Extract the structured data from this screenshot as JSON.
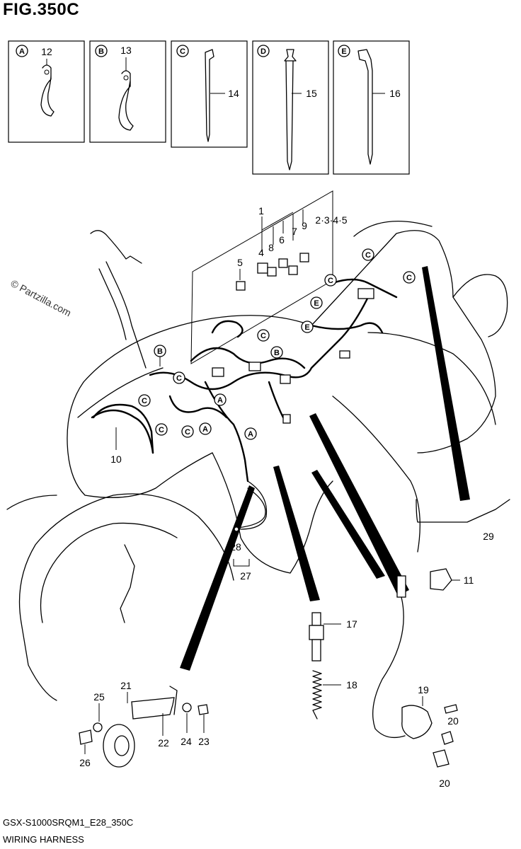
{
  "figure": {
    "title": "FIG.350C",
    "code": "GSX-S1000SRQM1_E28_350C",
    "subtitle": "WIRING HARNESS",
    "watermark": "© Partzilla.com"
  },
  "clamp_boxes": [
    {
      "letter": "A",
      "part": "12"
    },
    {
      "letter": "B",
      "part": "13"
    },
    {
      "letter": "C",
      "part": "14"
    },
    {
      "letter": "D",
      "part": "15"
    },
    {
      "letter": "E",
      "part": "16"
    }
  ],
  "callouts": {
    "c1": "1",
    "c2345": "2·3·4·5",
    "c4": "4",
    "c5": "5",
    "c6": "6",
    "c7": "7",
    "c8": "8",
    "c9": "9",
    "c10": "10",
    "c11": "11",
    "c17": "17",
    "c18": "18",
    "c19": "19",
    "c20a": "20",
    "c20b": "20",
    "c21": "21",
    "c22": "22",
    "c23": "23",
    "c24": "24",
    "c25": "25",
    "c26": "26",
    "c27": "27",
    "c28": "28",
    "c29": "29"
  },
  "clamp_markers": {
    "A": "A",
    "B": "B",
    "C": "C",
    "E": "E"
  }
}
